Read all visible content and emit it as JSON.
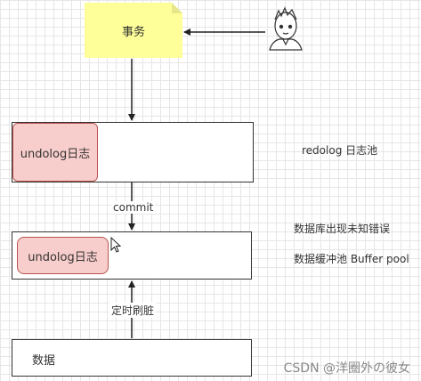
{
  "transaction": {
    "label": "事务"
  },
  "undolog_1": {
    "label": "undolog日志"
  },
  "redolog_pool": {
    "label": "redolog 日志池"
  },
  "commit": {
    "label": "commit"
  },
  "error_note": {
    "label": "数据库出现未知错误"
  },
  "undolog_2": {
    "label": "undolog日志"
  },
  "buffer_pool": {
    "label": "数据缓冲池 Buffer pool"
  },
  "flush": {
    "label": "定时刷脏"
  },
  "data_store": {
    "label": "数据"
  },
  "watermark": {
    "text": "CSDN @洋圈外の彼女"
  },
  "colors": {
    "note_fill": "#ffff99",
    "undo_fill": "#f8cecc",
    "undo_border": "#b85450"
  }
}
